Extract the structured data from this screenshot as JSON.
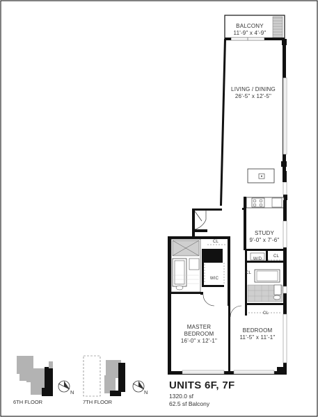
{
  "rooms": {
    "balcony": {
      "name": "BALCONY",
      "dims": "11'-9\" x 4'-9\""
    },
    "living": {
      "name": "LIVING / DINING",
      "dims": "26'-5\" x 12'-5\""
    },
    "study": {
      "name": "STUDY",
      "dims": "9'-0\" x 7'-6\""
    },
    "master": {
      "name_line1": "MASTER",
      "name_line2": "BEDROOM",
      "dims": "16'-0\" x 12'-1\""
    },
    "bedroom": {
      "name": "BEDROOM",
      "dims": "11'-5\" x 11'-1\""
    }
  },
  "tags": {
    "cl": "CL",
    "wic": "WIC",
    "wd": "W/D"
  },
  "keyplans": {
    "sixth": {
      "label": "6TH FLOOR",
      "compass": "N"
    },
    "seventh": {
      "label": "7TH FLOOR",
      "compass": "N"
    }
  },
  "unit": {
    "title": "UNITS 6F, 7F",
    "area": "1320.0 sf",
    "balcony_area": "62.5 sf Balcony"
  },
  "colors": {
    "wall": "#111111",
    "keyplan_gray": "#b3b3b3",
    "tile": "#bdbdbd",
    "window": "#9a9a9a"
  }
}
